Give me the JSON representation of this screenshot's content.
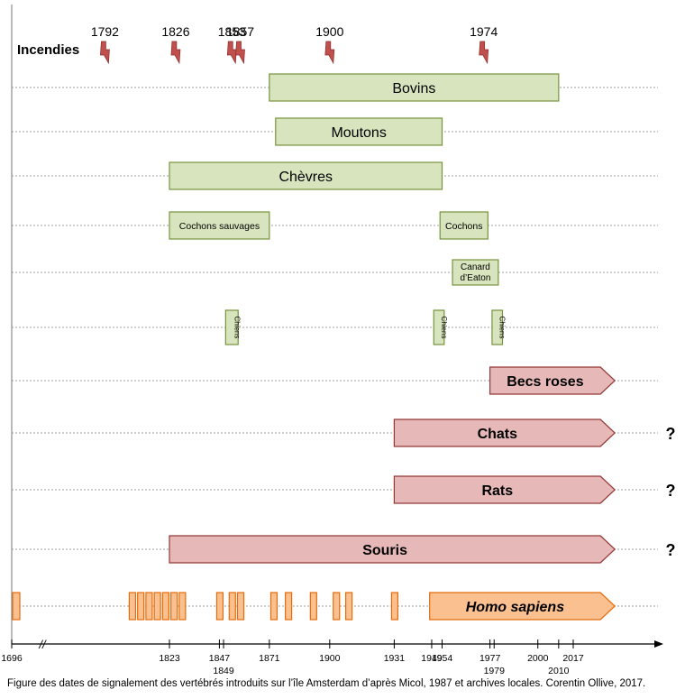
{
  "chart_data": {
    "type": "timeline",
    "fires_label": "Incendies",
    "fires": [
      1792,
      1826,
      1853,
      1857,
      1900,
      1974
    ],
    "axis": {
      "break_symbol": "//",
      "ticks": [
        {
          "year": 1696,
          "label": "1696",
          "row": 0
        },
        {
          "year": 1823,
          "label": "1823",
          "row": 0
        },
        {
          "year": 1847,
          "label": "1847",
          "row": 0
        },
        {
          "year": 1849,
          "label": "1849",
          "row": 1
        },
        {
          "year": 1871,
          "label": "1871",
          "row": 0
        },
        {
          "year": 1900,
          "label": "1900",
          "row": 0
        },
        {
          "year": 1931,
          "label": "1931",
          "row": 0
        },
        {
          "year": 1949,
          "label": "1949",
          "row": 0
        },
        {
          "year": 1954,
          "label": "1954",
          "row": 0
        },
        {
          "year": 1977,
          "label": "1977",
          "row": 0
        },
        {
          "year": 1979,
          "label": "1979",
          "row": 1
        },
        {
          "year": 2000,
          "label": "2000",
          "row": 0
        },
        {
          "year": 2010,
          "label": "2010",
          "row": 1
        },
        {
          "year": 2017,
          "label": "2017",
          "row": 0
        }
      ]
    },
    "rows": [
      {
        "bars": [
          {
            "label": "Bovins",
            "start": 1871,
            "end": 2010,
            "style": "green",
            "size": "large"
          }
        ]
      },
      {
        "bars": [
          {
            "label": "Moutons",
            "start": 1874,
            "end": 1954,
            "style": "green",
            "size": "large"
          }
        ]
      },
      {
        "bars": [
          {
            "label": "Chèvres",
            "start": 1823,
            "end": 1954,
            "style": "green",
            "size": "large"
          }
        ]
      },
      {
        "bars": [
          {
            "label": "Cochons sauvages",
            "start": 1823,
            "end": 1871,
            "style": "green",
            "size": "small"
          },
          {
            "label": "Cochons",
            "start": 1953,
            "end": 1976,
            "style": "green",
            "size": "small"
          }
        ]
      },
      {
        "bars": [
          {
            "label_lines": [
              "Canard",
              "d’Eaton"
            ],
            "start": 1959,
            "end": 1981,
            "style": "green",
            "size": "small"
          }
        ]
      },
      {
        "bars": [
          {
            "label": "Chiens",
            "start": 1850,
            "end": 1856,
            "style": "green",
            "size": "vertical"
          },
          {
            "label": "Chiens",
            "start": 1950,
            "end": 1955,
            "style": "green",
            "size": "vertical"
          },
          {
            "label": "Chiens",
            "start": 1978,
            "end": 1983,
            "style": "green",
            "size": "vertical"
          }
        ]
      },
      {
        "bars": [
          {
            "label": "Becs roses",
            "start": 1977,
            "end": 2037,
            "style": "red",
            "size": "arrow"
          }
        ]
      },
      {
        "bars": [
          {
            "label": "Chats",
            "start": 1931,
            "end": 2037,
            "style": "red",
            "size": "arrow"
          }
        ],
        "unknown": "?"
      },
      {
        "bars": [
          {
            "label": "Rats",
            "start": 1931,
            "end": 2037,
            "style": "red",
            "size": "arrow"
          }
        ],
        "unknown": "?"
      },
      {
        "bars": [
          {
            "label": "Souris",
            "start": 1823,
            "end": 2037,
            "style": "red",
            "size": "arrow"
          }
        ],
        "unknown": "?"
      },
      {
        "bars": [
          {
            "label": "Homo sapiens",
            "start": 1948,
            "end": 2037,
            "style": "orange",
            "size": "arrow",
            "italic": true
          }
        ],
        "visits_pre": [
          1696
        ],
        "visits": [
          1805,
          1809,
          1813,
          1817,
          1821,
          1825,
          1829,
          1847,
          1853,
          1857,
          1873,
          1880,
          1892,
          1903,
          1909,
          1931
        ]
      }
    ],
    "colors": {
      "green_fill": "#d7e4bd",
      "green_stroke": "#77933c",
      "red_fill": "#e6b9b8",
      "red_stroke": "#953735",
      "orange_fill": "#fac090",
      "orange_stroke": "#e46c0a",
      "fire": "#c0504d"
    }
  },
  "caption": "Figure des dates de signalement des vertébrés introduits sur l’île Amsterdam d’après Micol, 1987 et archives locales. Corentin Ollive, 2017."
}
